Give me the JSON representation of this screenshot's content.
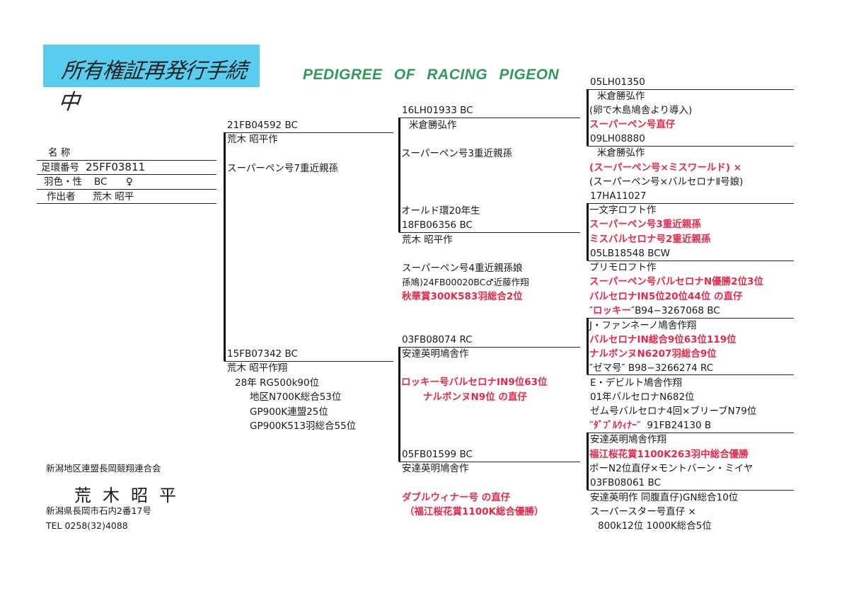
{
  "note": "所有権証再発行手続中",
  "title": "PEDIGREE OF RACING PIGEON",
  "info": {
    "name_label": "名 称",
    "ring_label": "足環番号",
    "ring": "25FF03811",
    "color_label": "羽色・性",
    "color": "BC",
    "sex": "♀",
    "breeder_label": "作出者",
    "breeder": "荒木 昭平"
  },
  "owner": {
    "club": "新潟地区連盟長岡競翔連合会",
    "name": "荒木昭平",
    "address": "新潟県長岡市石内2番17号",
    "tel": "TEL 0258(32)4088"
  },
  "sire": {
    "ring": "21FB04592 BC",
    "breeder": "荒木 昭平作",
    "note": "スーパーペン号7重近親孫"
  },
  "dam": {
    "ring": "15FB07342 BC",
    "breeder": "荒木 昭平作翔",
    "lines": [
      "28年 RG500k90位",
      "地区N700K総合53位",
      "GP900K連盟25位",
      "GP900K513羽総合55位"
    ]
  },
  "ss": {
    "ring": "16LH01933 BC",
    "breeder": "米倉勝弘作",
    "note": "スーパーペン号3重近親孫"
  },
  "sd": {
    "pre": "オールド環20年生",
    "ring": "18FB06356 BC",
    "breeder": "荒木 昭平作",
    "note": "スーパーペン号4重近親孫娘",
    "sub": "孫鳩)24FB00020BC♂近藤作翔",
    "red": "秋華賞300K583羽総合2位"
  },
  "ds": {
    "ring": "03FB08074 RC",
    "breeder": "安達英明鳩舎作",
    "red1": "ロッキー号バルセロナIN9位63位",
    "red2": "ナルボンヌN9位 の直仔"
  },
  "dd": {
    "ring": "05FB01599 BC",
    "breeder": "安達英明鳩舎作",
    "red1": "ダブルウィナー号 の直仔",
    "red2": "（福江桜花賞1100K総合優勝）"
  },
  "g3": {
    "sss": {
      "ring": "05LH01350",
      "breeder": "米倉勝弘作",
      "note": "(卵で木島鳩舎より導入)",
      "red": "スーパーペン号直仔"
    },
    "ssd": {
      "ring": "09LH08880",
      "breeder": "米倉勝弘作",
      "red": "(スーパーペン号×ミスワールド) ×",
      "note": "(スーパーペン号×バルセロナⅡ号娘)"
    },
    "sds": {
      "ring": "17HA11027",
      "breeder": "一文字ロフト作",
      "red1": "スーパーペン号3重近親孫",
      "red2": "ミスバルセロナ号2重近親孫"
    },
    "sdd": {
      "ring": "05LB18548 BCW",
      "breeder": "プリモロフト作",
      "red1": "スーパーペン号バルセロナN優勝2位3位",
      "red2": "バルセロナIN5位20位44位 の直仔"
    },
    "dss": {
      "name_open": "″",
      "name": "ロッキー",
      "name_close": "″",
      "ring": "B94−3267068 BC",
      "breeder": "J・ファンネーノ鳩舎作翔",
      "red1": "バルセロナIN総合9位63位119位",
      "red2": "ナルボンヌN6207羽総合9位"
    },
    "dsd": {
      "name": "″ゼマ号″",
      "ring": "B98−3266274 RC",
      "breeder": "E・デビルト鳩舎作翔",
      "l1": "01年バルセロナN682位",
      "l2": "ゼム号バルセロナ4回×ブリーブN79位"
    },
    "dds": {
      "name": "″ﾀﾞﾌﾞﾙｳｨﾅｰ″",
      "ring": "91FB24130 B",
      "breeder": "安達英明鳩舎作翔",
      "red": "福江桜花賞1100K263羽中総合優勝",
      "note": "ポーN2位直仔×モントバーン・ミイヤ"
    },
    "ddd": {
      "ring": "03FB08061 BC",
      "l1": "安達英明作 同腹直仔)GN総合10位",
      "l2": "スーパースター号直仔 ×",
      "l3": "800k12位 1000K総合5位"
    }
  },
  "colors": {
    "red": "#e8284a",
    "title_green": "#2e9b5c",
    "note_blue": "#58cdf0"
  }
}
